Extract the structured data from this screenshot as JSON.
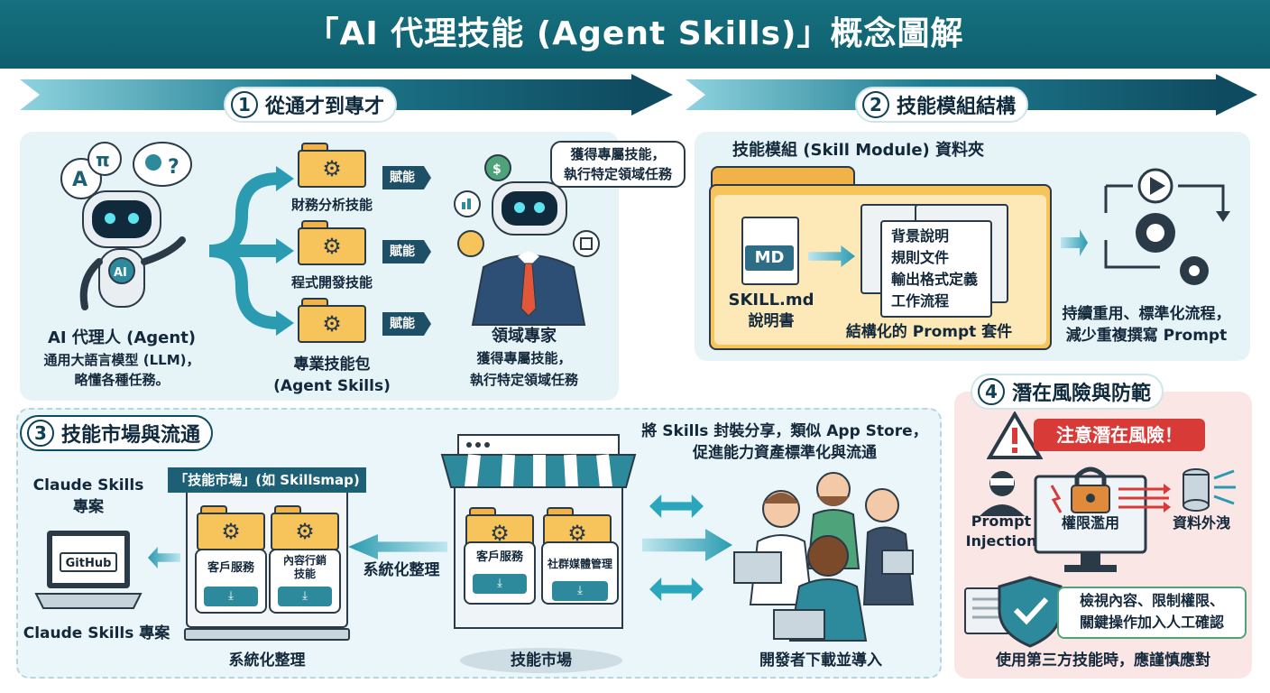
{
  "title": "「AI 代理技能 (Agent Skills)」概念圖解",
  "section1": {
    "num": "1",
    "heading": "從通才到專才",
    "agent_badge": "AI",
    "agent_caption": [
      "AI 代理人 (Agent)",
      "通用大語言模型 (LLM)，",
      "略懂各種任務。"
    ],
    "skills": [
      "財務分析技能",
      "程式開發技能"
    ],
    "pack_caption": [
      "專業技能包",
      "(Agent Skills)"
    ],
    "empower": "賦能",
    "bubble": [
      "獲得專屬技能，",
      "執行特定領域任務"
    ],
    "expert_caption": [
      "領域專家",
      "獲得專屬技能，",
      "執行特定領域任務"
    ]
  },
  "section2": {
    "num": "2",
    "heading": "技能模組結構",
    "folder_title": "技能模組 (Skill Module) 資料夾",
    "md": "MD",
    "md_caption": [
      "SKILL.md",
      "說明書"
    ],
    "doc_lines": [
      "背景說明",
      "規則文件",
      "輸出格式定義",
      "工作流程"
    ],
    "kit_caption": "結構化的 Prompt 套件",
    "benefit": [
      "持續重用、標準化流程，",
      "減少重複撰寫 Prompt"
    ]
  },
  "section3": {
    "num": "3",
    "heading": "技能市場與流通",
    "claude_top": [
      "Claude Skills",
      "專案"
    ],
    "github": "GitHub",
    "claude_bottom": "Claude Skills 專案",
    "market_banner": "「技能市場」(如 Skillsmap)",
    "left_cards": [
      "客戶服務",
      "內容行銷\n技能"
    ],
    "sys_label": "系統化整理",
    "sys_caption": "系統化整理",
    "store_cards": [
      "客戶服務",
      "社群媒體管理"
    ],
    "store_caption": "技能市場",
    "share_note": [
      "將 Skills 封裝分享，類似 App Store，",
      "促進能力資產標準化與流通"
    ],
    "dev_caption": "開發者下載並導入"
  },
  "section4": {
    "num": "4",
    "heading": "潛在風險與防範",
    "warning": "注意潛在風險！",
    "prompt_injection": [
      "Prompt",
      "Injection"
    ],
    "abuse": "權限濫用",
    "leak": "資料外洩",
    "measures": [
      "檢視內容、限制權限、",
      "關鍵操作加入人工確認"
    ],
    "caution": "使用第三方技能時，應謹慎應對"
  },
  "colors": {
    "teal": "#16707f",
    "navy": "#0f4b60",
    "folder": "#f7c35b",
    "warning": "#d83a37"
  }
}
